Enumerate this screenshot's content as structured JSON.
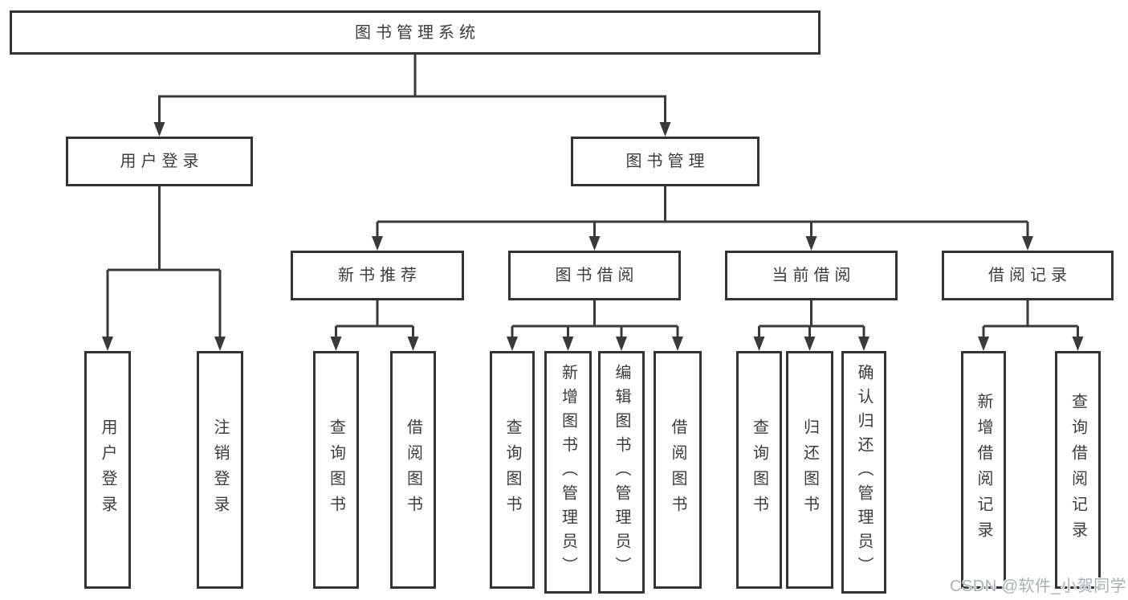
{
  "diagram": {
    "title": "图书管理系统",
    "nodes": {
      "root": {
        "label": "图书管理系统"
      },
      "user_login": {
        "label": "用户登录"
      },
      "book_management": {
        "label": "图书管理"
      },
      "new_book_recommend": {
        "label": "新书推荐"
      },
      "book_borrowing": {
        "label": "图书借阅"
      },
      "current_borrowing": {
        "label": "当前借阅"
      },
      "borrowing_records": {
        "label": "借阅记录"
      },
      "leaf_user_login": {
        "label": "用户登录"
      },
      "leaf_logout": {
        "label": "注销登录"
      },
      "leaf_nbr_query_books": {
        "label": "查询图书"
      },
      "leaf_nbr_borrow_books": {
        "label": "借阅图书"
      },
      "leaf_bb_query_books": {
        "label": "查询图书"
      },
      "leaf_bb_add_books": {
        "label": "新增图书（管理员）"
      },
      "leaf_bb_edit_books": {
        "label": "编辑图书（管理员）"
      },
      "leaf_bb_borrow_books": {
        "label": "借阅图书"
      },
      "leaf_cb_query_books": {
        "label": "查询图书"
      },
      "leaf_cb_return_books": {
        "label": "归还图书"
      },
      "leaf_cb_confirm_return": {
        "label": "确认归还（管理员）"
      },
      "leaf_br_add_record": {
        "label": "新增借阅记录"
      },
      "leaf_br_query_record": {
        "label": "查询借阅记录"
      }
    },
    "structure": {
      "图书管理系统": {
        "用户登录": [
          "用户登录",
          "注销登录"
        ],
        "图书管理": {
          "新书推荐": [
            "查询图书",
            "借阅图书"
          ],
          "图书借阅": [
            "查询图书",
            "新增图书（管理员）",
            "编辑图书（管理员）",
            "借阅图书"
          ],
          "当前借阅": [
            "查询图书",
            "归还图书",
            "确认归还（管理员）"
          ],
          "借阅记录": [
            "新增借阅记录",
            "查询借阅记录"
          ]
        }
      }
    },
    "colors": {
      "line": "#3a3a3a",
      "box_border": "#333333",
      "box_background": "#ffffff",
      "text": "#3c3c3c",
      "watermark_text": "#abb0b7",
      "page_background": "#ffffff"
    }
  },
  "watermark": {
    "text": "CSDN @软件_小贺同学"
  }
}
